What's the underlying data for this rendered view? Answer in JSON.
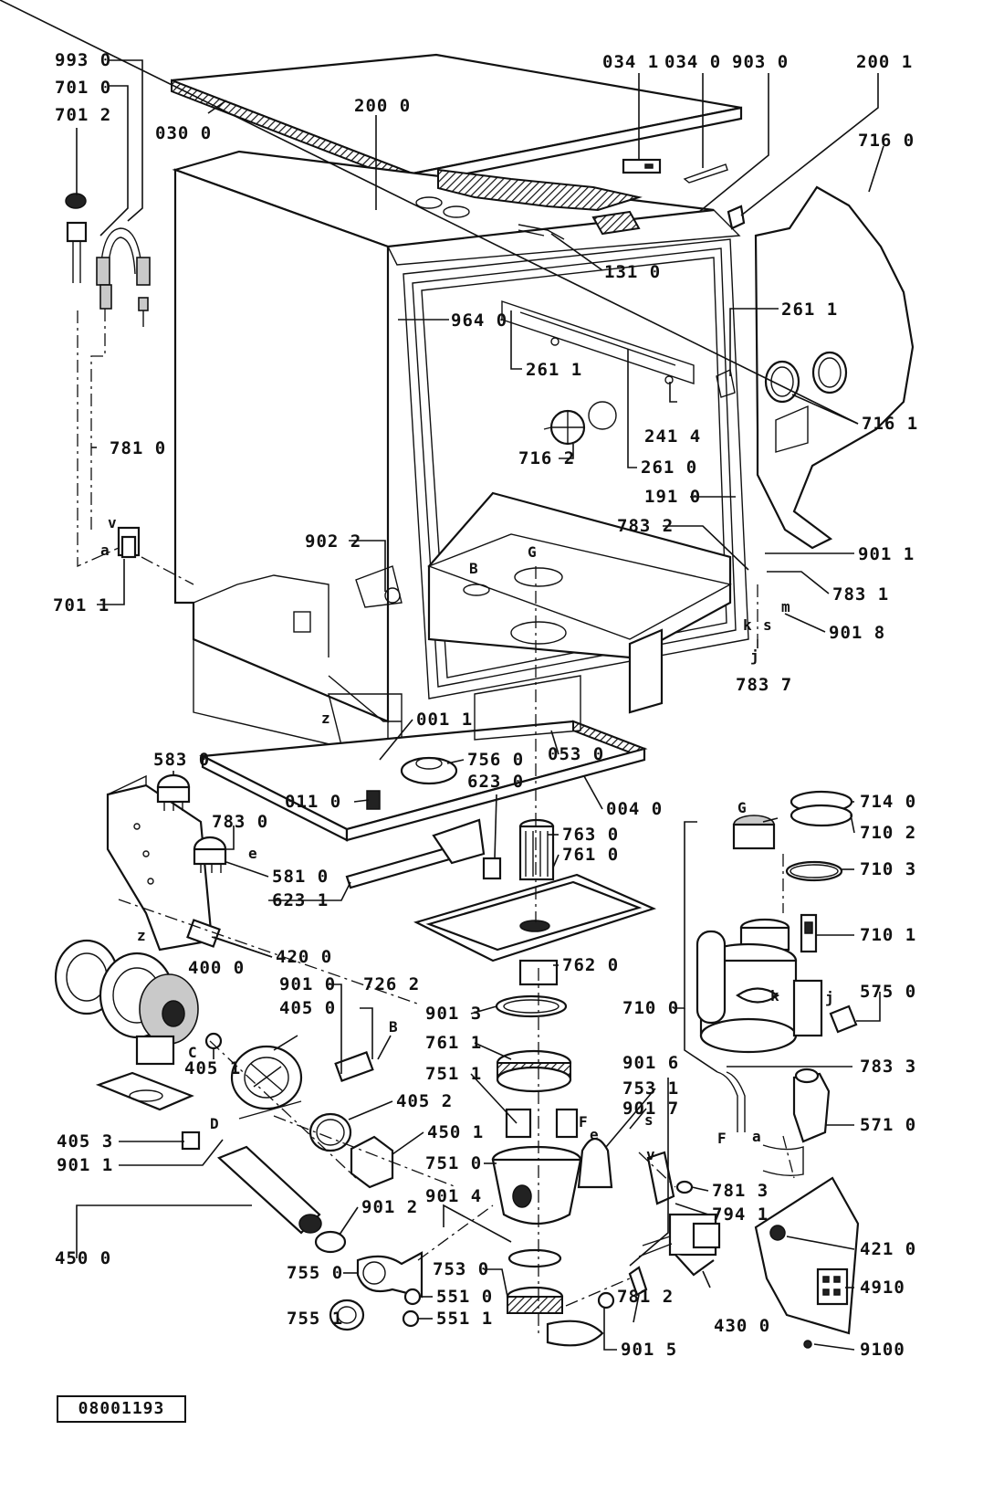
{
  "document_number": "08001193",
  "part_labels": [
    "993 0",
    "701 0",
    "701 2",
    "030 0",
    "200 0",
    "034 1",
    "034 0",
    "903 0",
    "200 1",
    "716 0",
    "131 0",
    "964 0",
    "261 1",
    "261 1",
    "241 4",
    "716 1",
    "716 2",
    "261 0",
    "191 0",
    "783 2",
    "901 1",
    "783 1",
    "901 8",
    "783 7",
    "781 0",
    "701 1",
    "902 2",
    "001 1",
    "053 0",
    "756 0",
    "623 0",
    "583 0",
    "011 0",
    "004 0",
    "783 0",
    "763 0",
    "761 0",
    "581 0",
    "623 1",
    "714 0",
    "710 2",
    "710 3",
    "710 1",
    "420 0",
    "400 0",
    "762 0",
    "901 0",
    "726 2",
    "405 0",
    "901 3",
    "710 0",
    "575 0",
    "761 1",
    "783 3",
    "405 1",
    "405 2",
    "751 1",
    "901 6",
    "753 1",
    "405 3",
    "901 1",
    "450 1",
    "751 0",
    "901 7",
    "571 0",
    "901 4",
    "781 3",
    "794 1",
    "450 0",
    "901 2",
    "421 0",
    "755 0",
    "753 0",
    "551 0",
    "781 2",
    "4910",
    "755 1",
    "551 1",
    "901 5",
    "430 0",
    "9100"
  ],
  "reference_letters": [
    "G",
    "B",
    "k",
    "s",
    "m",
    "j",
    "v",
    "a",
    "z",
    "e",
    "C",
    "D",
    "B",
    "F",
    "e",
    "v",
    "s",
    "G",
    "k",
    "j",
    "F",
    "a",
    "z"
  ]
}
